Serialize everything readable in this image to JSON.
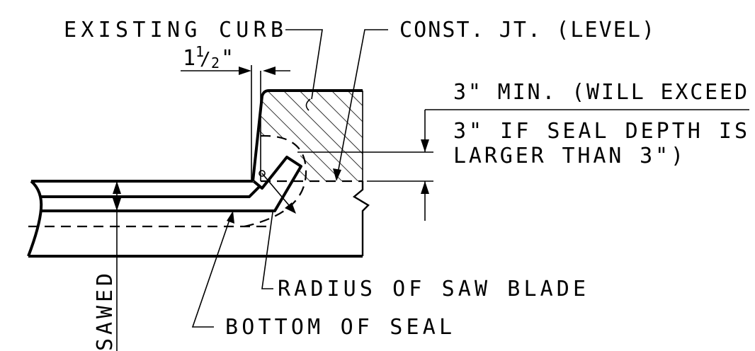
{
  "labels": {
    "existing_curb": "EXISTING CURB",
    "const_jt": "CONST. JT. (LEVEL)",
    "dim_whole": "1",
    "dim_num": "1",
    "dim_slash": "/",
    "dim_den": "2",
    "dim_inch": "\"",
    "min_line1": "3\" MIN. (WILL EXCEED",
    "min_line2": "3\" IF SEAL DEPTH IS",
    "min_line3": "LARGER THAN 3\")",
    "radius_saw": "RADIUS OF SAW BLADE",
    "bottom_seal": "BOTTOM OF SEAL",
    "sawed": "SAWED"
  },
  "colors": {
    "ink": "#000000",
    "paper": "#ffffff"
  }
}
